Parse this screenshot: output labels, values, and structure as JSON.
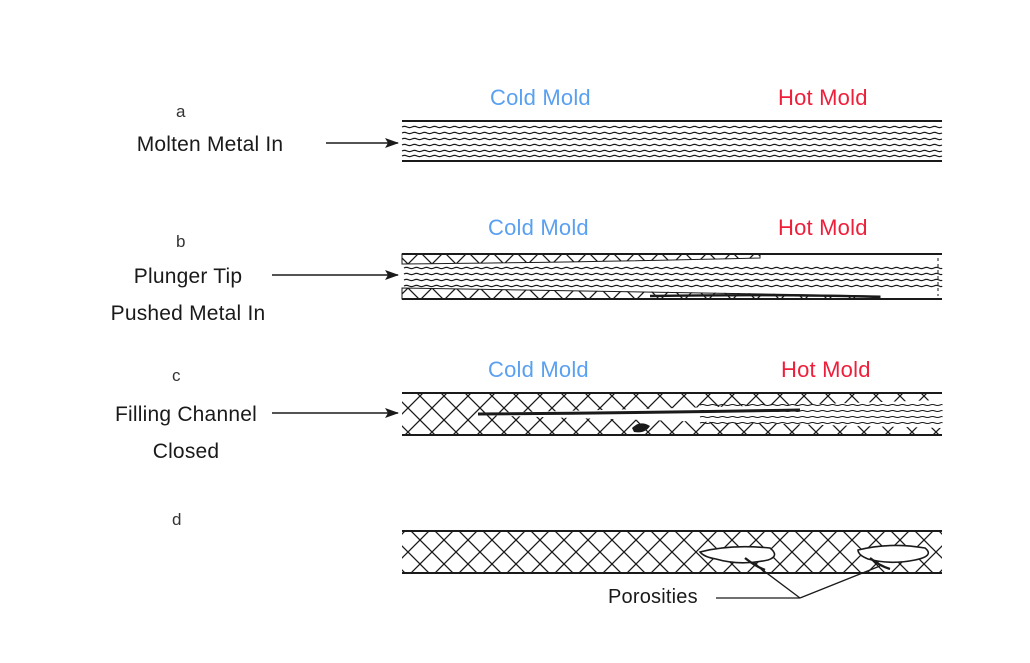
{
  "colors": {
    "cold_label": "#5aa0f0",
    "hot_label": "#ee1f3a",
    "line": "#1a1a1a"
  },
  "steps": [
    {
      "letter": "a",
      "description_lines": [
        "Molten Metal In"
      ],
      "cold_label": "Cold Mold",
      "hot_label": "Hot Mold",
      "state": "channel filled with wavy molten metal flow lines"
    },
    {
      "letter": "b",
      "description_lines": [
        "Plunger Tip",
        "Pushed Metal In"
      ],
      "cold_label": "Cold Mold",
      "hot_label": "Hot Mold",
      "state": "thin solidified skin along walls, flow continues in center"
    },
    {
      "letter": "c",
      "description_lines": [
        "Filling Channel",
        "Closed"
      ],
      "cold_label": "Cold Mold",
      "hot_label": "Hot Mold",
      "state": "metal mostly solidified (cross-hatched), narrow liquid core"
    },
    {
      "letter": "d",
      "description_lines": [],
      "cold_label": "",
      "hot_label": "",
      "state": "fully solidified with porosities"
    }
  ],
  "porosities_label": "Porosities"
}
